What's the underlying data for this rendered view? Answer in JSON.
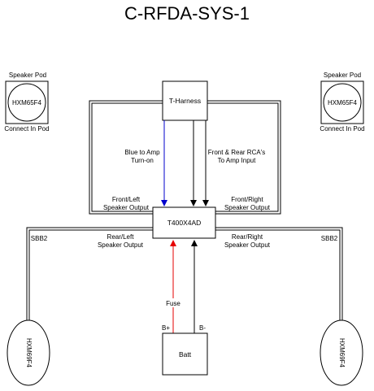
{
  "title": "C-RFDA-SYS-1",
  "pods": {
    "left": {
      "header": "Speaker Pod",
      "model": "HXM65F4",
      "footer": "Connect In Pod"
    },
    "right": {
      "header": "Speaker Pod",
      "model": "HXM65F4",
      "footer": "Connect In Pod"
    }
  },
  "t_harness": {
    "label": "T-Harness"
  },
  "amplifier": {
    "label": "T400X4AD"
  },
  "battery": {
    "label": "Batt",
    "positive": "B+",
    "negative": "B-"
  },
  "fuse": {
    "label": "Fuse"
  },
  "subwoofers": {
    "left": {
      "model": "HXM69F4",
      "wire": "SBB2"
    },
    "right": {
      "model": "HXM69F4",
      "wire": "SBB2"
    }
  },
  "wires": {
    "blue": {
      "line1": "Blue to Amp",
      "line2": "Turn-on"
    },
    "rca": {
      "line1": "Front & Rear RCA's",
      "line2": "To Amp Input"
    },
    "front_left": {
      "line1": "Front/Left",
      "line2": "Speaker Output"
    },
    "front_right": {
      "line1": "Front/Right",
      "line2": "Speaker Output"
    },
    "rear_left": {
      "line1": "Rear/Left",
      "line2": "Speaker Output"
    },
    "rear_right": {
      "line1": "Rear/Right",
      "line2": "Speaker Output"
    }
  },
  "colors": {
    "blue_wire": "#0000cc",
    "red_wire": "#e60000"
  }
}
